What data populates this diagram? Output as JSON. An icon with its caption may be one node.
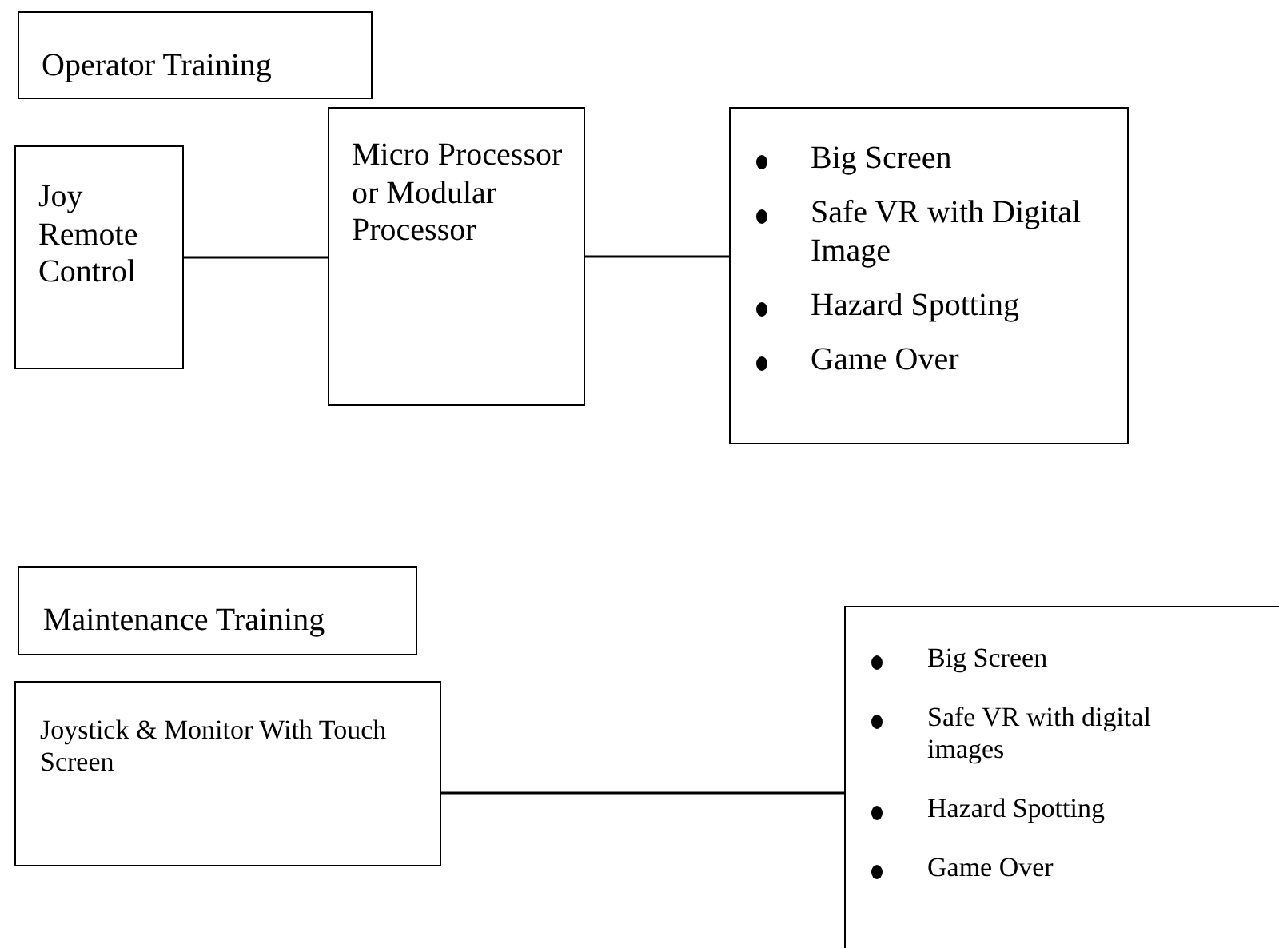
{
  "diagram": {
    "nodes": [
      {
        "text": [
          "Operator Training"
        ]
      },
      {
        "text": [
          "Joy Remote Control"
        ]
      },
      {
        "text": [
          "Micro Processor or Modular Processor"
        ]
      },
      {
        "text": [
          "Big Screen",
          "Safe VR with Digital Image",
          "Hazard Spotting",
          "Game Over"
        ]
      },
      {
        "text": [
          "Maintenance Training"
        ]
      },
      {
        "text": [
          "Joystick & Monitor With Touch Screen"
        ]
      },
      {
        "text": [
          "Big Screen",
          "Safe VR with digital images",
          "Hazard Spotting",
          "Game Over"
        ]
      }
    ],
    "edges": [
      {
        "from": 1,
        "to": 2,
        "arrow": "none"
      },
      {
        "from": 2,
        "to": 3,
        "arrow": "none"
      },
      {
        "from": 5,
        "to": 6,
        "arrow": "none"
      }
    ]
  }
}
